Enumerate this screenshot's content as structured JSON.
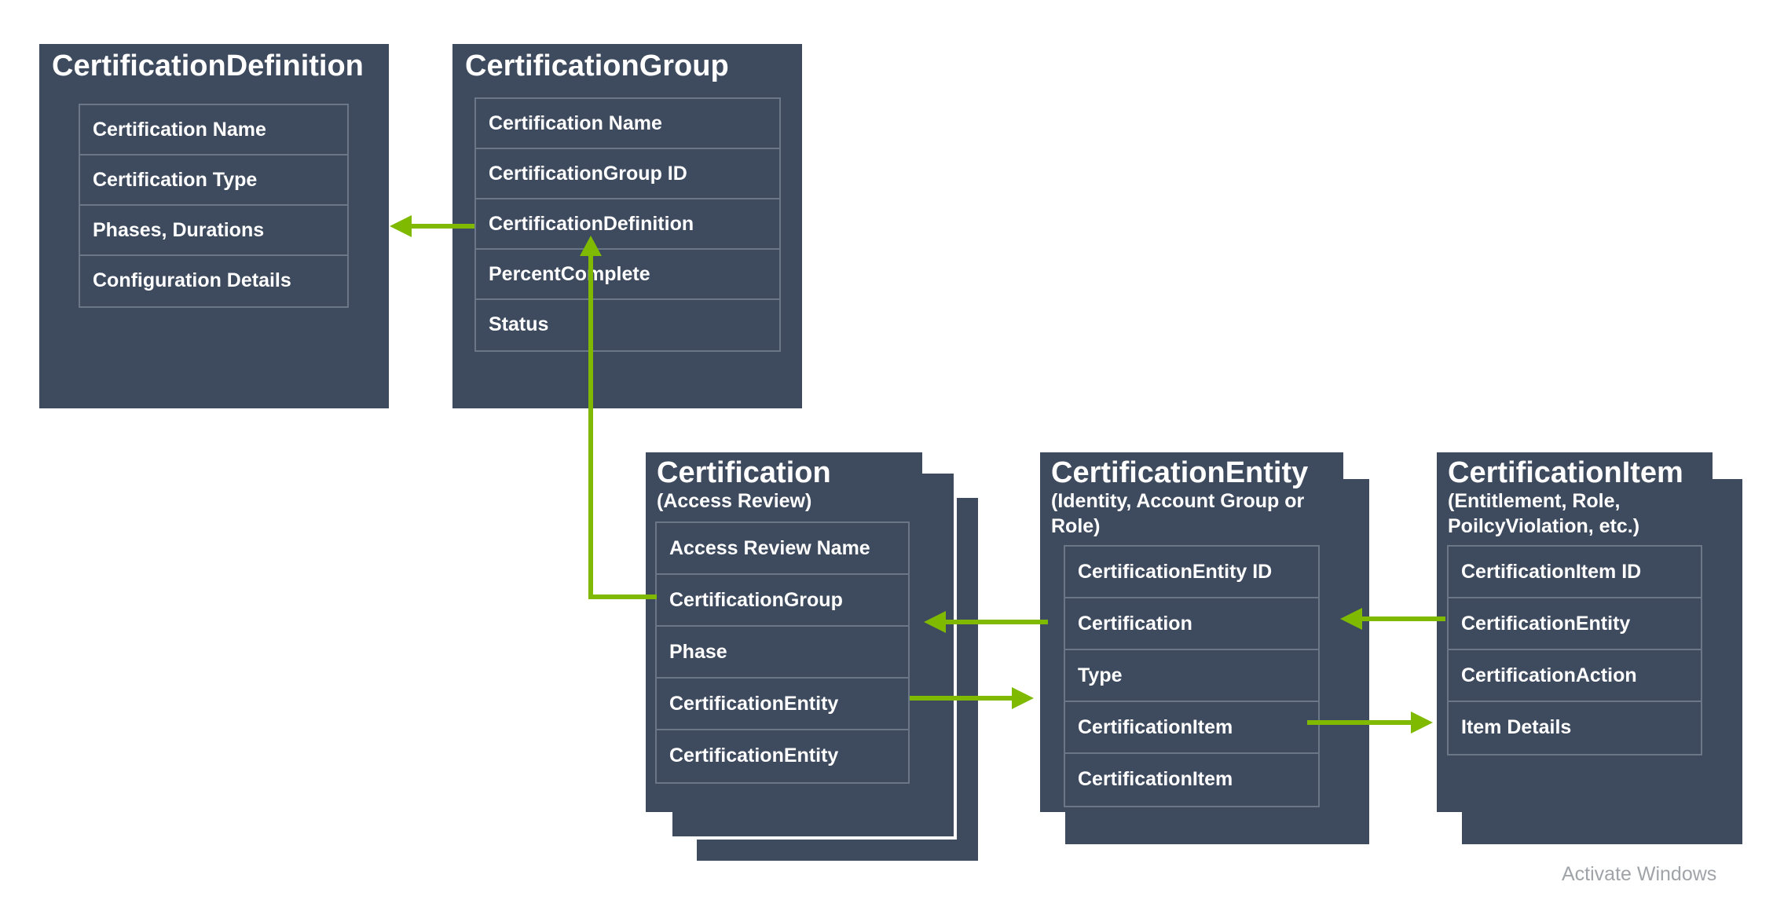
{
  "diagram": {
    "definition": {
      "title": "CertificationDefinition",
      "fields": [
        "Certification Name",
        "Certification Type",
        "Phases, Durations",
        "Configuration Details"
      ]
    },
    "group": {
      "title": "CertificationGroup",
      "fields": [
        "Certification Name",
        "CertificationGroup ID",
        "CertificationDefinition",
        "PercentComplete",
        "Status"
      ]
    },
    "certification": {
      "title": "Certification",
      "subtitle": "(Access Review)",
      "fields": [
        "Access Review Name",
        "CertificationGroup",
        "Phase",
        "CertificationEntity",
        "CertificationEntity"
      ]
    },
    "entity": {
      "title": "CertificationEntity",
      "subtitle_lines": [
        "(Identity, Account Group or",
        "Role)"
      ],
      "fields": [
        "CertificationEntity ID",
        "Certification",
        "Type",
        "CertificationItem",
        "CertificationItem"
      ]
    },
    "item": {
      "title": "CertificationItem",
      "subtitle_lines": [
        "(Entitlement, Role,",
        "PoilcyViolation, etc.)"
      ],
      "fields": [
        "CertificationItem ID",
        "CertificationEntity",
        "CertificationAction",
        "Item Details"
      ]
    },
    "colors": {
      "box": "#3e4a5d",
      "border": "#6b7687",
      "arrow": "#7fba00"
    }
  },
  "watermark": "Activate Windows"
}
